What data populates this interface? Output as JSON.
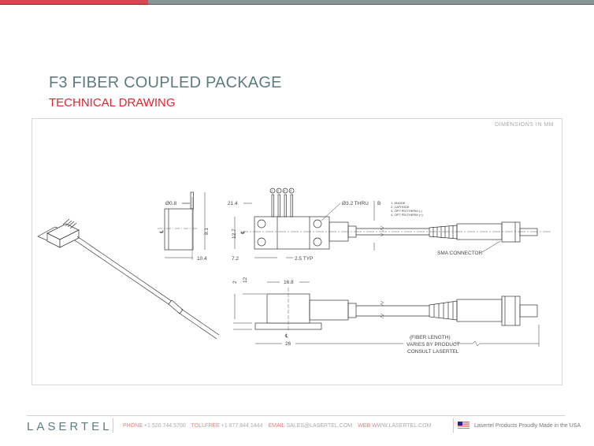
{
  "header": {
    "title": "F3 FIBER COUPLED PACKAGE",
    "subtitle": "TECHNICAL DRAWING"
  },
  "drawing": {
    "units_note": "DIMENSIONS IN MM",
    "dims": {
      "pin_dia": "Ø0.8",
      "height_8_1": "8.1",
      "width_10_4": "10.4",
      "len_21_4": "21.4",
      "width_12_7": "12.7",
      "offset_7_2": "7.2",
      "pitch": "2.5 TYP",
      "hole": "Ø3.2 THRU",
      "b": "B",
      "body_16_8": "16.8",
      "base_26": "26",
      "h2": "2",
      "h12": "12",
      "cl": "℄"
    },
    "pin_legend": [
      "1. ANODE",
      "2. CATHODE",
      "3. OPT PD/THERM (-)",
      "4. OPT PD/THERM (+)"
    ],
    "pin_numbers": [
      "1",
      "2",
      "3",
      "4"
    ],
    "sma_label": "SMA CONNECTOR",
    "fiber_note": [
      "(FIBER LENGTH)",
      "VARIES BY PRODUCT",
      "CONSULT LASERTEL"
    ]
  },
  "footer": {
    "logo": "LASERTEL",
    "phone_label": "PHONE",
    "phone": "+1 520.744.5700",
    "tollfree_label": "TOLLFREE",
    "tollfree": "+1 877.844.1444",
    "email_label": "EMAIL",
    "email": "SALES@LASERTEL.COM",
    "web_label": "WEB",
    "web": "WWW.LASERTEL.COM",
    "made_in": "Lasertel Products Proudly Made in the USA"
  },
  "colors": {
    "brand_red": "#e0262e",
    "brand_teal": "#5f7b7f"
  }
}
